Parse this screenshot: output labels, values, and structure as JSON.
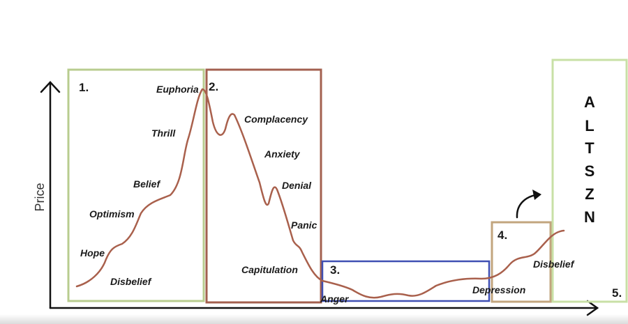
{
  "axis": {
    "y_label": "Price"
  },
  "stages": [
    {
      "number": "1.",
      "color": "#b8cc8f"
    },
    {
      "number": "2.",
      "color": "#a3604f"
    },
    {
      "number": "3.",
      "color": "#3f4fb3"
    },
    {
      "number": "4.",
      "color": "#c2a57e"
    },
    {
      "number": "5.",
      "color": "#c8e0a6"
    }
  ],
  "phases": [
    "Disbelief",
    "Hope",
    "Optimism",
    "Belief",
    "Thrill",
    "Euphoria",
    "Complacency",
    "Anxiety",
    "Denial",
    "Panic",
    "Capitulation",
    "Anger",
    "Depression",
    "Disbelief"
  ],
  "altszn_letters": [
    "A",
    "L",
    "T",
    "S",
    "Z",
    "N"
  ],
  "colors": {
    "curve": "#a9604c",
    "axis": "#111111",
    "arrow": "#111111"
  }
}
